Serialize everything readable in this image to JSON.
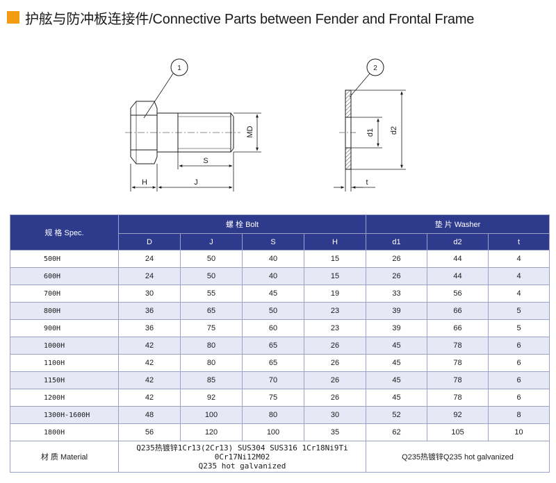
{
  "title": "护舷与防冲板连接件/Connective Parts between Fender and Frontal Frame",
  "accent_color": "#f39c12",
  "header_color": "#2e3a8c",
  "diagram": {
    "bolt_callout": "1",
    "washer_callout": "2",
    "labels": {
      "md": "MD",
      "s": "S",
      "h": "H",
      "j": "J",
      "d1": "d1",
      "d2": "d2",
      "t": "t"
    }
  },
  "table": {
    "spec_header": "规 格 Spec.",
    "bolt_header": "螺 栓 Bolt",
    "washer_header": "垫 片 Washer",
    "columns": [
      "D",
      "J",
      "S",
      "H",
      "d1",
      "d2",
      "t"
    ],
    "rows": [
      {
        "spec": "500H",
        "values": [
          "24",
          "50",
          "40",
          "15",
          "26",
          "44",
          "4"
        ]
      },
      {
        "spec": "600H",
        "values": [
          "24",
          "50",
          "40",
          "15",
          "26",
          "44",
          "4"
        ]
      },
      {
        "spec": "700H",
        "values": [
          "30",
          "55",
          "45",
          "19",
          "33",
          "56",
          "4"
        ]
      },
      {
        "spec": "800H",
        "values": [
          "36",
          "65",
          "50",
          "23",
          "39",
          "66",
          "5"
        ]
      },
      {
        "spec": "900H",
        "values": [
          "36",
          "75",
          "60",
          "23",
          "39",
          "66",
          "5"
        ]
      },
      {
        "spec": "1000H",
        "values": [
          "42",
          "80",
          "65",
          "26",
          "45",
          "78",
          "6"
        ]
      },
      {
        "spec": "1100H",
        "values": [
          "42",
          "80",
          "65",
          "26",
          "45",
          "78",
          "6"
        ]
      },
      {
        "spec": "1150H",
        "values": [
          "42",
          "85",
          "70",
          "26",
          "45",
          "78",
          "6"
        ]
      },
      {
        "spec": "1200H",
        "values": [
          "42",
          "92",
          "75",
          "26",
          "45",
          "78",
          "6"
        ]
      },
      {
        "spec": "1300H-1600H",
        "values": [
          "48",
          "100",
          "80",
          "30",
          "52",
          "92",
          "8"
        ]
      },
      {
        "spec": "1800H",
        "values": [
          "56",
          "120",
          "100",
          "35",
          "62",
          "105",
          "10"
        ]
      }
    ],
    "material_label": "材 质 Material",
    "bolt_material_line1": "Q235热镀锌1Cr13(2Cr13)  SUS304  SUS316 1Cr18Ni9Ti",
    "bolt_material_line2": "0Cr17Ni12M02",
    "bolt_material_line3": "Q235 hot galvanized",
    "washer_material": "Q235热镀锌Q235 hot galvanized"
  }
}
